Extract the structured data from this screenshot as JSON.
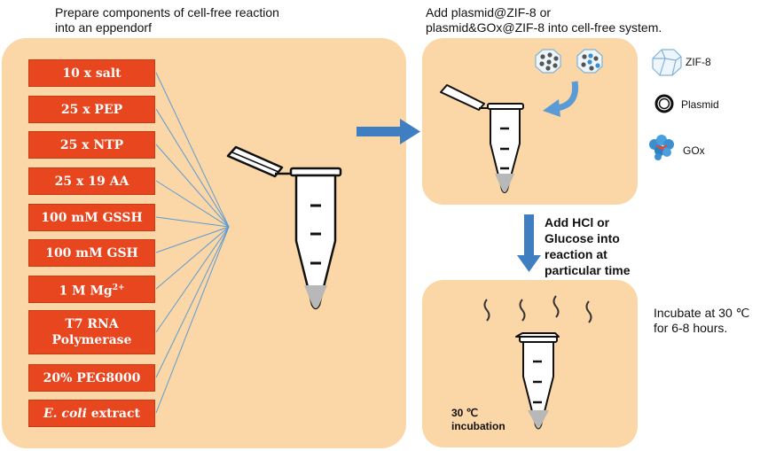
{
  "step1": {
    "caption_line1": "Prepare components of cell-free reaction",
    "caption_line2": "into an eppendorf"
  },
  "components": [
    {
      "text": "10 x salt"
    },
    {
      "text": "25 x PEP"
    },
    {
      "text": "25 x NTP"
    },
    {
      "text": "25 x 19 AA"
    },
    {
      "text": "100 mM GSSH"
    },
    {
      "text": "100 mM GSH"
    },
    {
      "text": "1 M Mg",
      "sup": "2+"
    },
    {
      "text": "T7 RNA",
      "text2": "Polymerase"
    },
    {
      "text": "20% PEG8000"
    },
    {
      "italic": "E. coli",
      "text": " extract"
    }
  ],
  "step2": {
    "caption_line1": "Add plasmid@ZIF-8 or",
    "caption_line2": "plasmid&GOx@ZIF-8 into cell-free system."
  },
  "legend": {
    "zif8": "ZIF-8",
    "plasmid": "Plasmid",
    "gox": "GOx"
  },
  "step3": {
    "line1": "Add HCl or",
    "line2": "Glucose into",
    "line3": "reaction at",
    "line4": "particular time"
  },
  "step4": {
    "caption_line1": "Incubate at 30 ℃",
    "caption_line2": "for 6-8 hours.",
    "tube_label_line1": "30 ℃",
    "tube_label_line2": "incubation"
  },
  "colors": {
    "panel": "#fbd6a6",
    "component_box": "#e8461e",
    "arrow": "#3f7fc1",
    "fan_lines": "#5b9bd5"
  }
}
